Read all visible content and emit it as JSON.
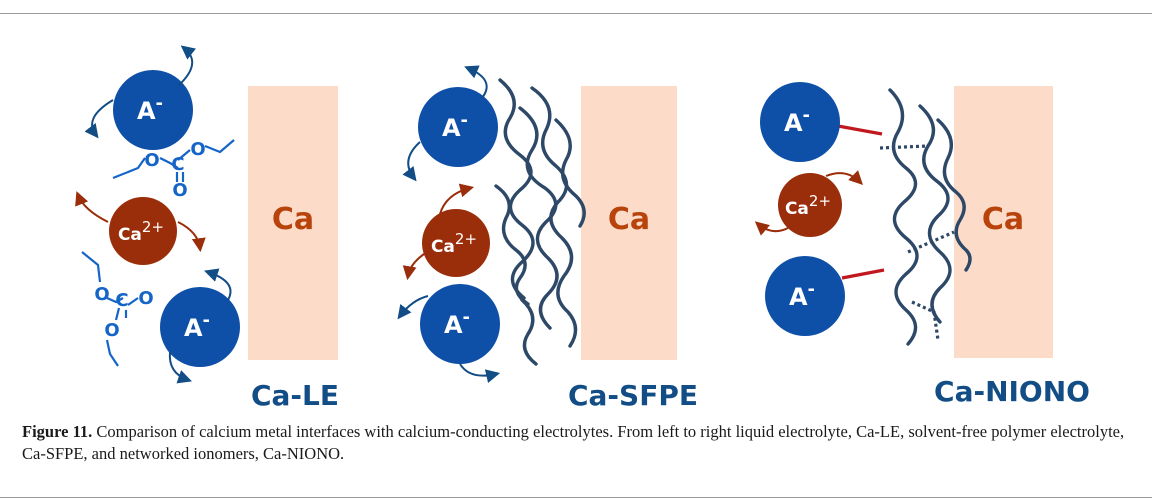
{
  "colors": {
    "anion": "#0E4FA8",
    "cation": "#9B2E0A",
    "electrode": "#FCDCC9",
    "electrode_text": "#B8440C",
    "polymer": "#2E4868",
    "label": "#124D86",
    "carbonate": "#1565C8",
    "crosslink": "#C0181E"
  },
  "icons": {
    "anion": "anion-circle-icon",
    "cation": "calcium-cation-circle-icon",
    "arrow": "curved-arrow-icon",
    "solvent": "carbonate-solvent-molecule-icon",
    "polymer": "polymer-chain-icon"
  },
  "ions": {
    "anion": "A",
    "anion_charge": "-",
    "cation": "Ca",
    "cation_charge": "2+"
  },
  "solvent_atoms": {
    "oxygen": "O",
    "carbon": "C"
  },
  "panels": [
    {
      "electrode": "Ca",
      "label": "Ca-LE"
    },
    {
      "electrode": "Ca",
      "label": "Ca-SFPE"
    },
    {
      "electrode": "Ca",
      "label": "Ca-NIONO"
    }
  ],
  "caption": {
    "label": "Figure 11.",
    "text": " Comparison of calcium metal interfaces with calcium-conducting electrolytes. From left to right liquid electrolyte, Ca-LE, solvent-free polymer electrolyte, Ca-SFPE, and networked ionomers, Ca-NIONO."
  }
}
